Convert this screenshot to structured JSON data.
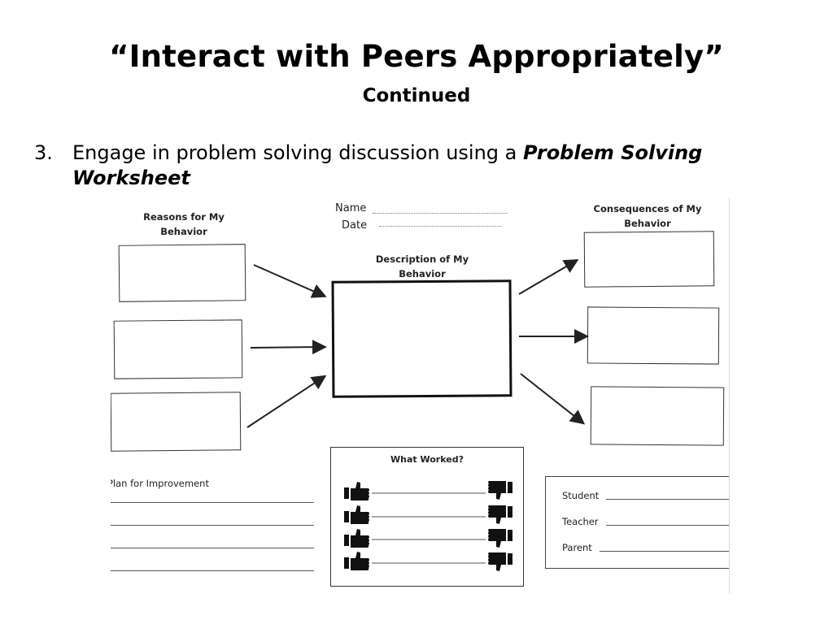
{
  "slide": {
    "title": "“Interact with Peers Appropriately”",
    "subtitle": "Continued",
    "point_number": "3.",
    "point_text": "Engage in problem solving discussion using a ",
    "point_emphasis": "Problem Solving Worksheet"
  },
  "worksheet": {
    "name_label": "Name",
    "date_label": "Date",
    "reasons_label": "Reasons for My Behavior",
    "description_label": "Description of My Behavior",
    "consequences_label": "Consequences of My Behavior",
    "what_worked_label": "What Worked?",
    "plan_label": "Plan for Improvement",
    "signatures": {
      "student": "Student",
      "teacher": "Teacher",
      "parent": "Parent"
    },
    "icons": {
      "left": "thumbs-up-icon",
      "right": "thumbs-down-icon"
    }
  }
}
